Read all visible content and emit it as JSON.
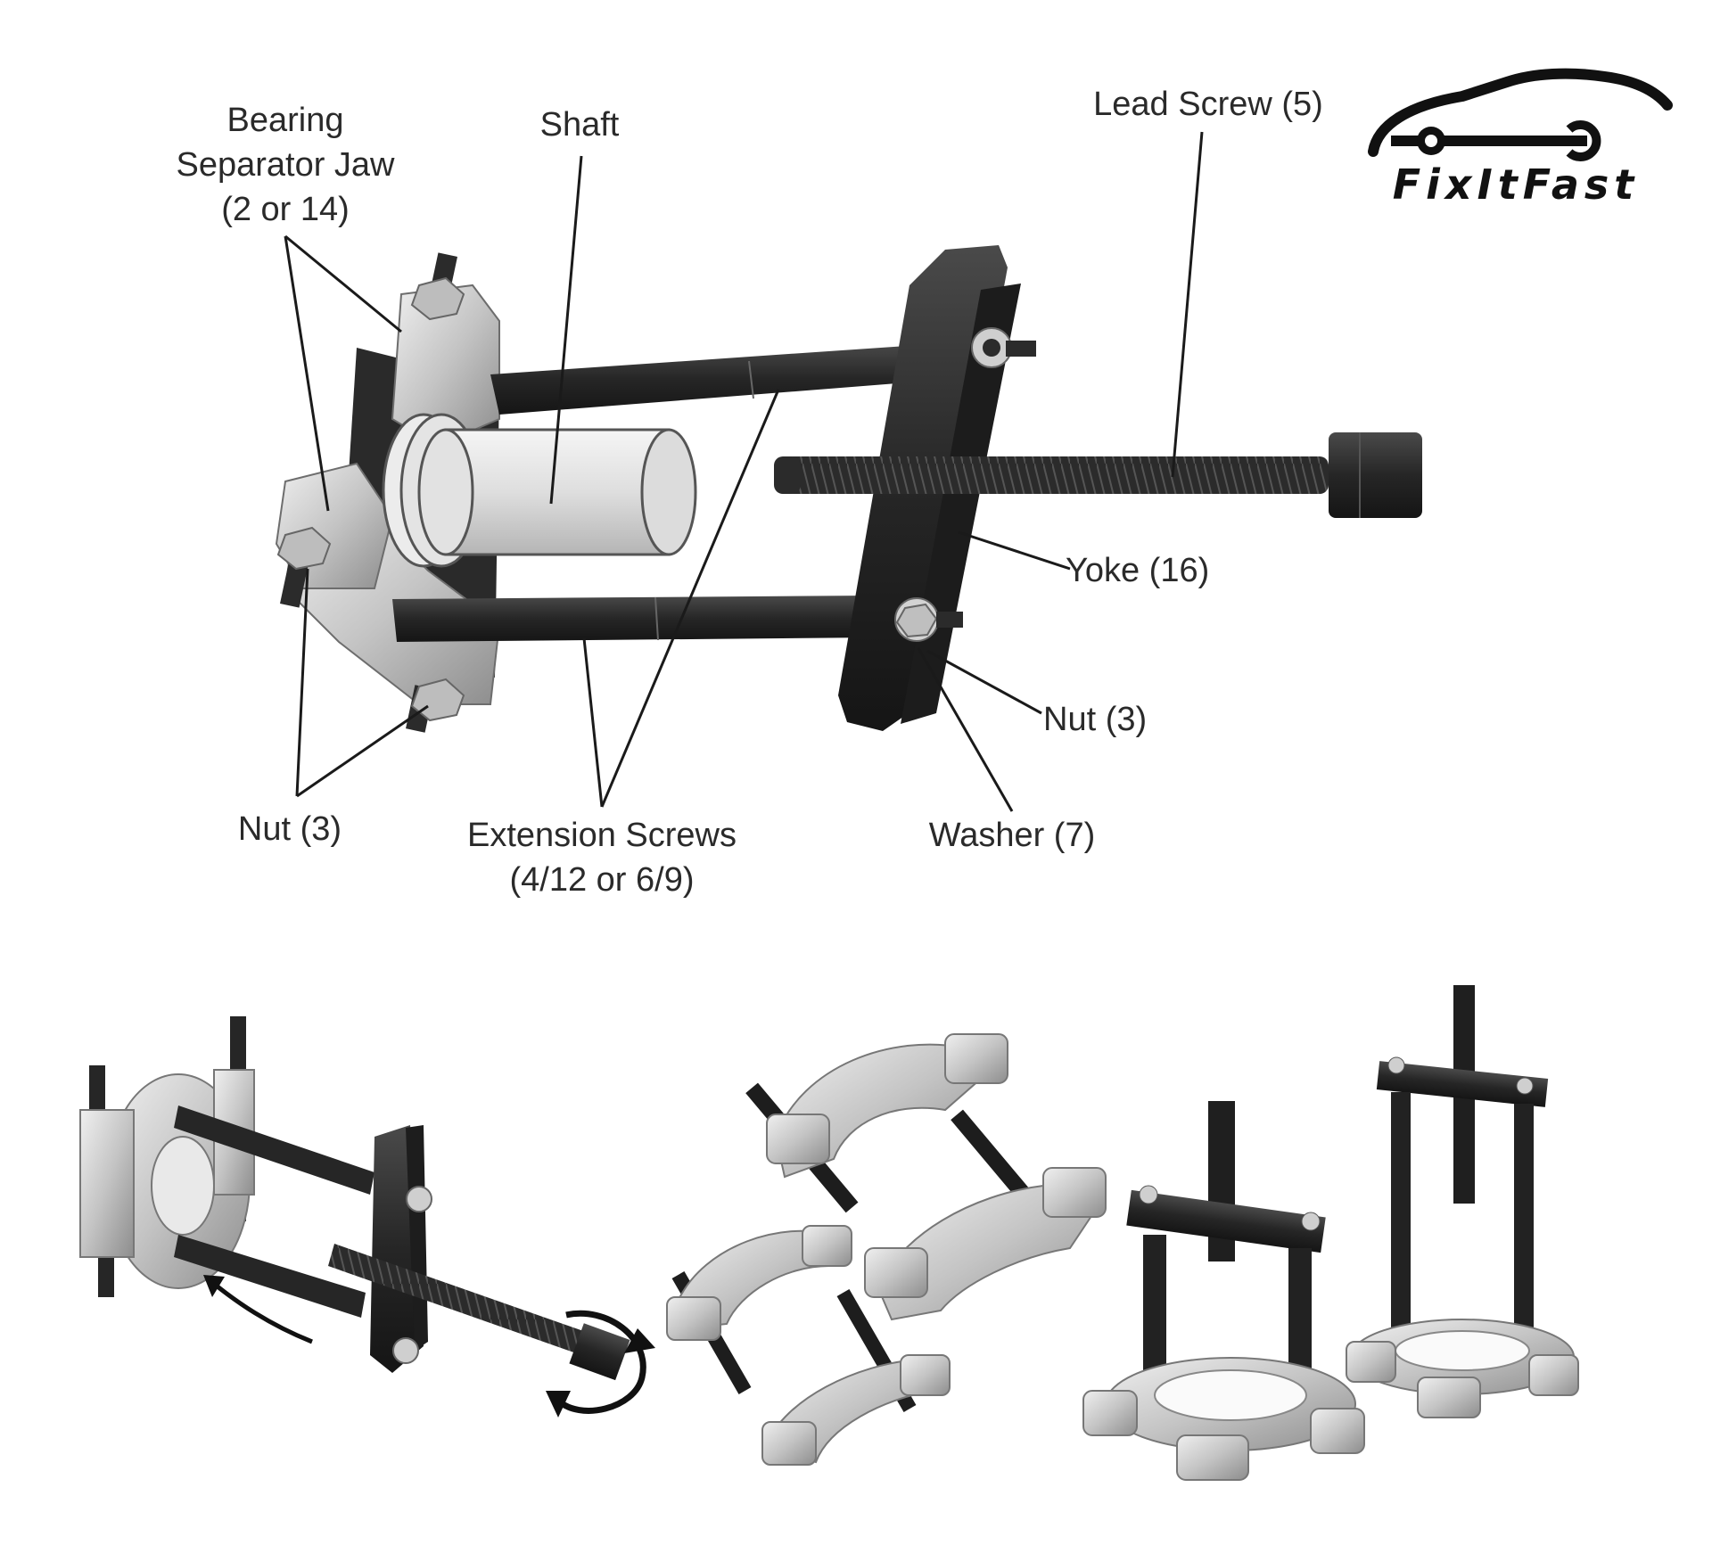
{
  "labels": {
    "jaw": [
      "Bearing",
      "Separator Jaw",
      "(2 or 14)"
    ],
    "shaft": "Shaft",
    "lead_screw": "Lead Screw (5)",
    "yoke": "Yoke (16)",
    "nut_right": "Nut (3)",
    "nut_left": "Nut (3)",
    "extension": [
      "Extension Screws",
      "(4/12 or 6/9)"
    ],
    "washer": "Washer (7)"
  },
  "logo": {
    "text": "FixItFast"
  },
  "colors": {
    "steel": "#c9c9c9",
    "steel_dark": "#8e8e8e",
    "black_part": "#262626",
    "leader": "#1a1a1a"
  }
}
